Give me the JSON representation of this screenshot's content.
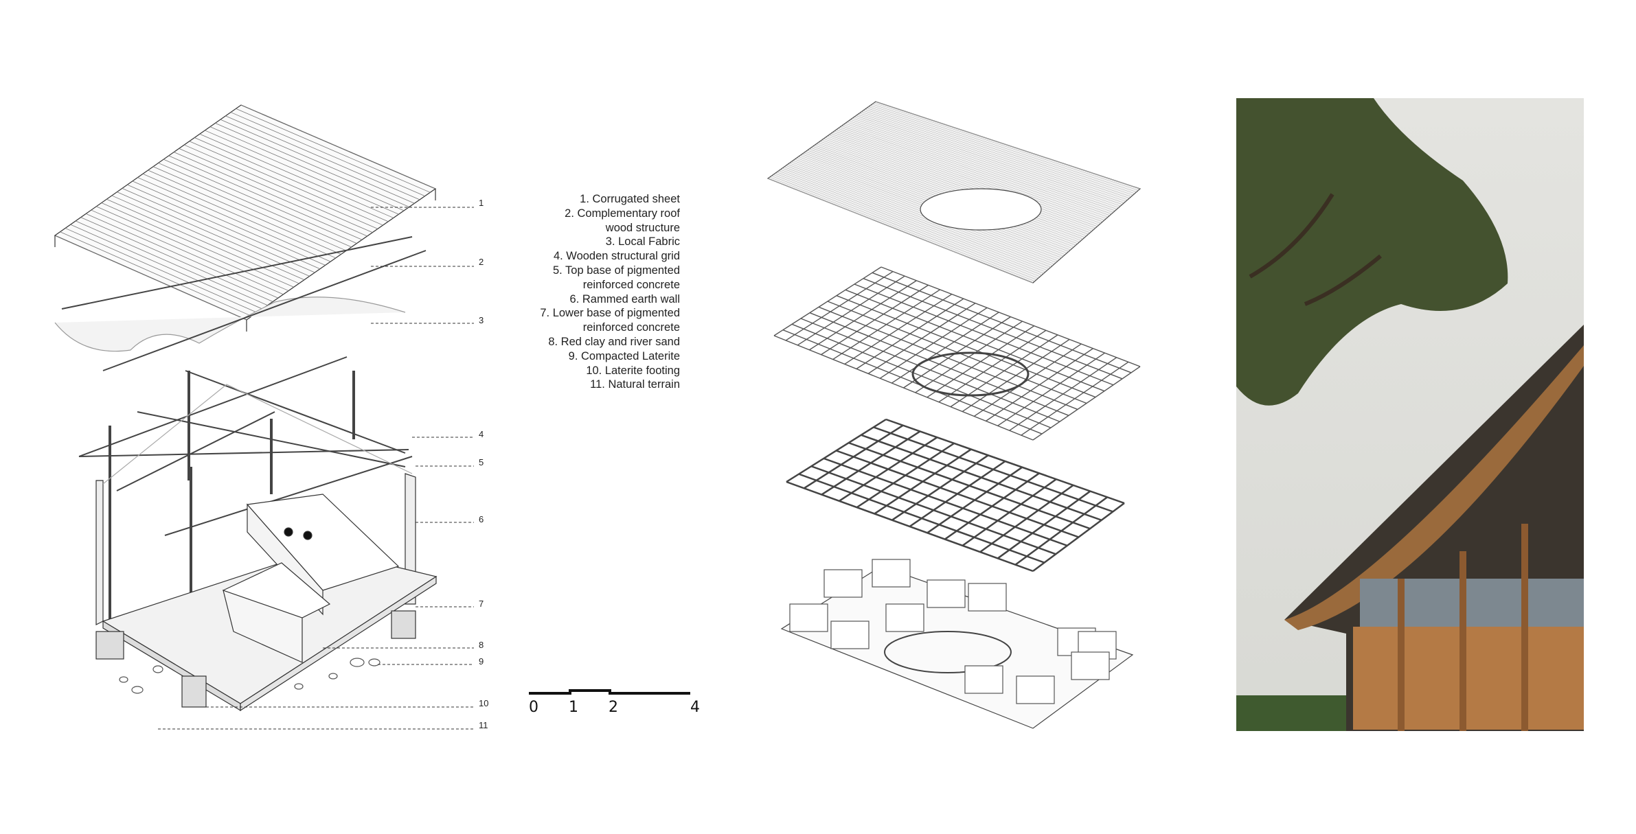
{
  "legend": [
    "1. Corrugated sheet",
    "2. Complementary roof",
    "wood structure",
    "3. Local Fabric",
    "4. Wooden structural grid",
    "5. Top base of pigmented",
    "reinforced concrete",
    "6. Rammed earth wall",
    "7. Lower base of pigmented",
    "reinforced concrete",
    "8. Red clay and river sand",
    "9. Compacted Laterite",
    "10. Laterite footing",
    "11. Natural terrain"
  ],
  "callouts": [
    "1",
    "2",
    "3",
    "4",
    "5",
    "6",
    "7",
    "8",
    "9",
    "10",
    "11"
  ],
  "scale_bar": {
    "labels": [
      "0",
      "1",
      "2",
      "4"
    ]
  },
  "colors": {
    "line": "#333333",
    "sky": "#dedfdb",
    "foliage": "#3e4a2e",
    "wood": "#b47a45"
  }
}
